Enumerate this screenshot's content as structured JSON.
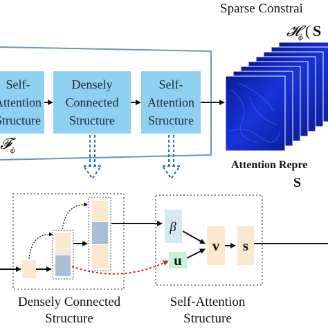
{
  "top_right": {
    "title": "Sparse Constrai",
    "func_main": "𝓗",
    "func_sub": "ϕ",
    "func_open": "(",
    "func_arg": "S",
    "caption": "Attention Repre",
    "caption_symbol": "S"
  },
  "encoder": {
    "block1": [
      "Self-",
      "Attention",
      "Structure"
    ],
    "block2": [
      "Densely",
      "Connected",
      "Structure"
    ],
    "block3": [
      "Self-",
      "Attention",
      "Structure"
    ],
    "func_label": "𝓕",
    "func_sub": "ϕ"
  },
  "dense_detail": {
    "caption_line1": "Densely Connected",
    "caption_line2": "Structure"
  },
  "attention_detail": {
    "beta": "β",
    "u": "u",
    "v": "v",
    "s": "s",
    "caption_line1": "Self-Attention",
    "caption_line2": "Structure"
  },
  "colors": {
    "block_fill": "#8fd0f2",
    "frame_stroke": "#6b97b6",
    "dashed_arrow": "#2a6fa8",
    "red_arrow": "#c8281e",
    "peach": "#fbe8cf",
    "slate": "#a9bfd6",
    "light_blue": "#d3e9f8",
    "mint": "#c6f3d8",
    "dark_blue": "#0b1fa8"
  }
}
